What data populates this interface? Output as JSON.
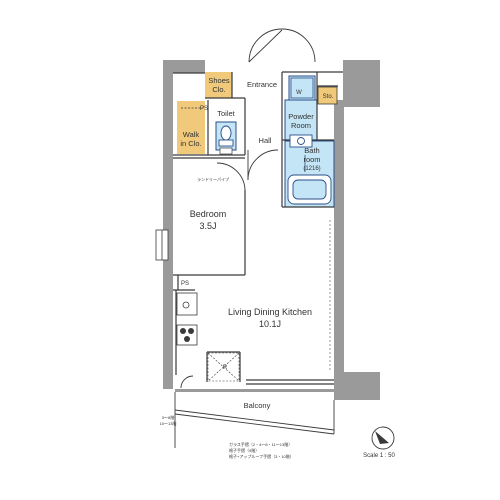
{
  "rooms": {
    "entrance": "Entrance",
    "shoes": [
      "Shoes",
      "Clo."
    ],
    "toilet": "Toilet",
    "ps_upper": "PS",
    "walkin": [
      "Walk",
      "in Clo."
    ],
    "hall": "Hall",
    "washer": "W",
    "storage": "Sto.",
    "powder": [
      "Powder",
      "Room"
    ],
    "bath": [
      "Bath",
      "room",
      "(1216)"
    ],
    "bedroom": [
      "Bedroom",
      "3.5J"
    ],
    "ps_lower": "PS",
    "ldk": [
      "Living Dining Kitchen",
      "10.1J"
    ],
    "balcony": "Balcony",
    "hanger_pipe": "ランドリーパイプ",
    "refrigerator": "R"
  },
  "notes": {
    "balcony_side": [
      "3～8階",
      "10～13階"
    ],
    "bottom": [
      "ガラス手摺（2・4～8・11～13階）",
      "格子手摺（9階）",
      "格子+アップルーフ手摺（3・10階）"
    ]
  },
  "scale": "Scale 1 : 50",
  "colors": {
    "closet": "#f0c97a",
    "water": "#c4e5f5",
    "water_stroke": "#2b4f8a",
    "wall": "#9a9a9a",
    "line": "#3a3a3a"
  },
  "icons": [
    "compass-icon",
    "sink-icon",
    "toilet-icon",
    "bathtub-icon",
    "stove-icon",
    "washer-icon"
  ]
}
